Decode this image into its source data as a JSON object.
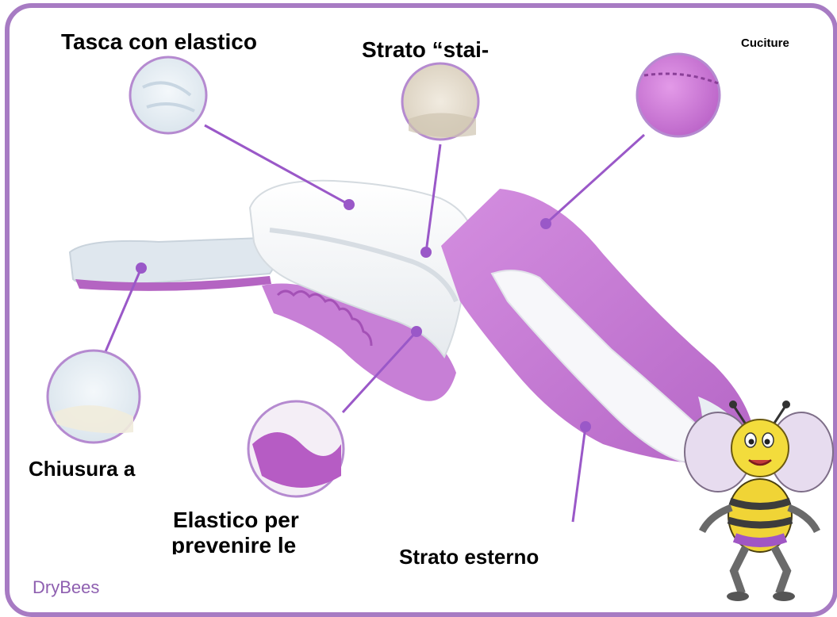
{
  "labels": {
    "tasca": "Tasca con elastico",
    "strato_stai": "Strato “stai-",
    "cuciture": "Cuciture",
    "chiusura": "Chiusura a",
    "elastico_line1": "Elastico per",
    "elastico_line2": "prevenire le",
    "strato_esterno": "Strato esterno"
  },
  "brand": "DryBees",
  "colors": {
    "frame": "#a77bc3",
    "callout_line": "#9a58c8",
    "diaper_purple": "#c77fd6",
    "brand_text": "#8e5fb0"
  }
}
